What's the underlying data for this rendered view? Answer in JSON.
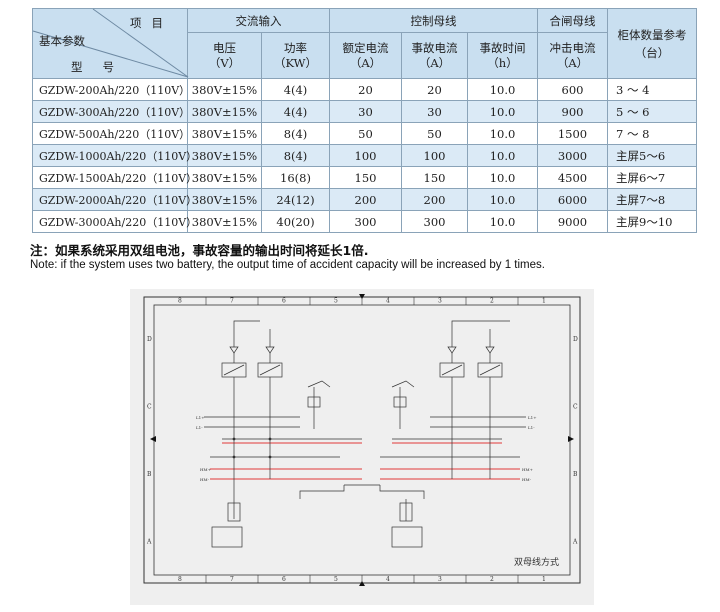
{
  "table": {
    "corner": {
      "item": "项目",
      "param": "基本参数",
      "model": "型号"
    },
    "groups": {
      "ac": "交流输入",
      "control": "控制母线",
      "closing": "合闸母线",
      "cabinet": "柜体数量参考（台）"
    },
    "subheaders": [
      {
        "name": "电压",
        "unit": "（V）"
      },
      {
        "name": "功率",
        "unit": "（KW）"
      },
      {
        "name": "额定电流",
        "unit": "（A）"
      },
      {
        "name": "事故电流",
        "unit": "（A）"
      },
      {
        "name": "事故时间",
        "unit": "（h）"
      },
      {
        "name": "冲击电流",
        "unit": "（A）"
      }
    ],
    "rows": [
      {
        "model": "GZDW-200Ah/220（110V）",
        "voltage": "380V±15%",
        "power": "4(4)",
        "rated": "20",
        "fault": "20",
        "time": "10.0",
        "impact": "600",
        "cabinet": "3 ～ 4"
      },
      {
        "model": "GZDW-300Ah/220（110V）",
        "voltage": "380V±15%",
        "power": "4(4)",
        "rated": "30",
        "fault": "30",
        "time": "10.0",
        "impact": "900",
        "cabinet": "5 ～ 6"
      },
      {
        "model": "GZDW-500Ah/220（110V）",
        "voltage": "380V±15%",
        "power": "8(4)",
        "rated": "50",
        "fault": "50",
        "time": "10.0",
        "impact": "1500",
        "cabinet": "7 ～ 8"
      },
      {
        "model": "GZDW-1000Ah/220（110V）",
        "voltage": "380V±15%",
        "power": "8(4)",
        "rated": "100",
        "fault": "100",
        "time": "10.0",
        "impact": "3000",
        "cabinet": "主屏5～6"
      },
      {
        "model": "GZDW-1500Ah/220（110V）",
        "voltage": "380V±15%",
        "power": "16(8)",
        "rated": "150",
        "fault": "150",
        "time": "10.0",
        "impact": "4500",
        "cabinet": "主屏6～7"
      },
      {
        "model": "GZDW-2000Ah/220（110V）",
        "voltage": "380V±15%",
        "power": "24(12)",
        "rated": "200",
        "fault": "200",
        "time": "10.0",
        "impact": "6000",
        "cabinet": "主屏7～8"
      },
      {
        "model": "GZDW-3000Ah/220（110V）",
        "voltage": "380V±15%",
        "power": "40(20)",
        "rated": "300",
        "fault": "300",
        "time": "10.0",
        "impact": "9000",
        "cabinet": "主屏9～10"
      }
    ]
  },
  "notes": {
    "cn": "注：如果系统采用双组电池，事故容量的输出时间将延长1倍.",
    "en": "Note: if the system uses two battery, the output time of accident capacity will be increased by 1 times."
  },
  "drawing": {
    "title": "双母线方式",
    "col_labels": [
      "8",
      "7",
      "6",
      "5",
      "4",
      "3",
      "2",
      "1"
    ],
    "row_labels": [
      "D",
      "C",
      "B",
      "A"
    ],
    "bus_labels": {
      "l1p": "L1+",
      "l1m": "L1-",
      "hmp": "HM+",
      "hmm": "HM-"
    },
    "colors": {
      "red_wire": "#e23a3a",
      "frame": "#333333",
      "paper": "#efefef"
    }
  }
}
